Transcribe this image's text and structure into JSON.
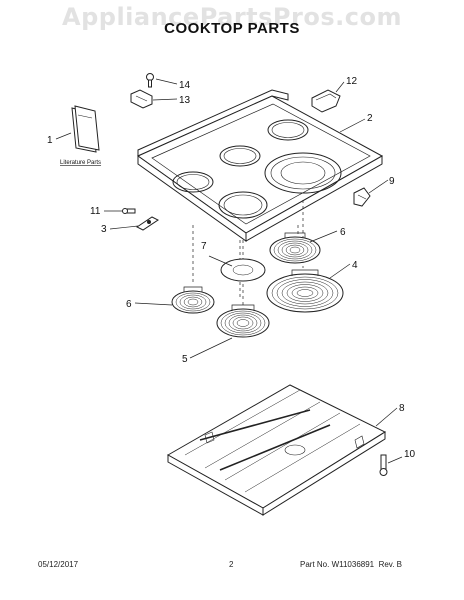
{
  "watermark": "AppliancePartsPros.com",
  "title": "COOKTOP PARTS",
  "footer": {
    "date": "05/12/2017",
    "page": "2",
    "part_no": "Part No. W11036891  Rev. B"
  },
  "literature_label": "Literature Parts",
  "callouts": {
    "c1": "1",
    "c2": "2",
    "c3": "3",
    "c4": "4",
    "c5": "5",
    "c6a": "6",
    "c6b": "6",
    "c7": "7",
    "c8": "8",
    "c9": "9",
    "c10": "10",
    "c11": "11",
    "c12": "12",
    "c13": "13",
    "c14": "14"
  }
}
